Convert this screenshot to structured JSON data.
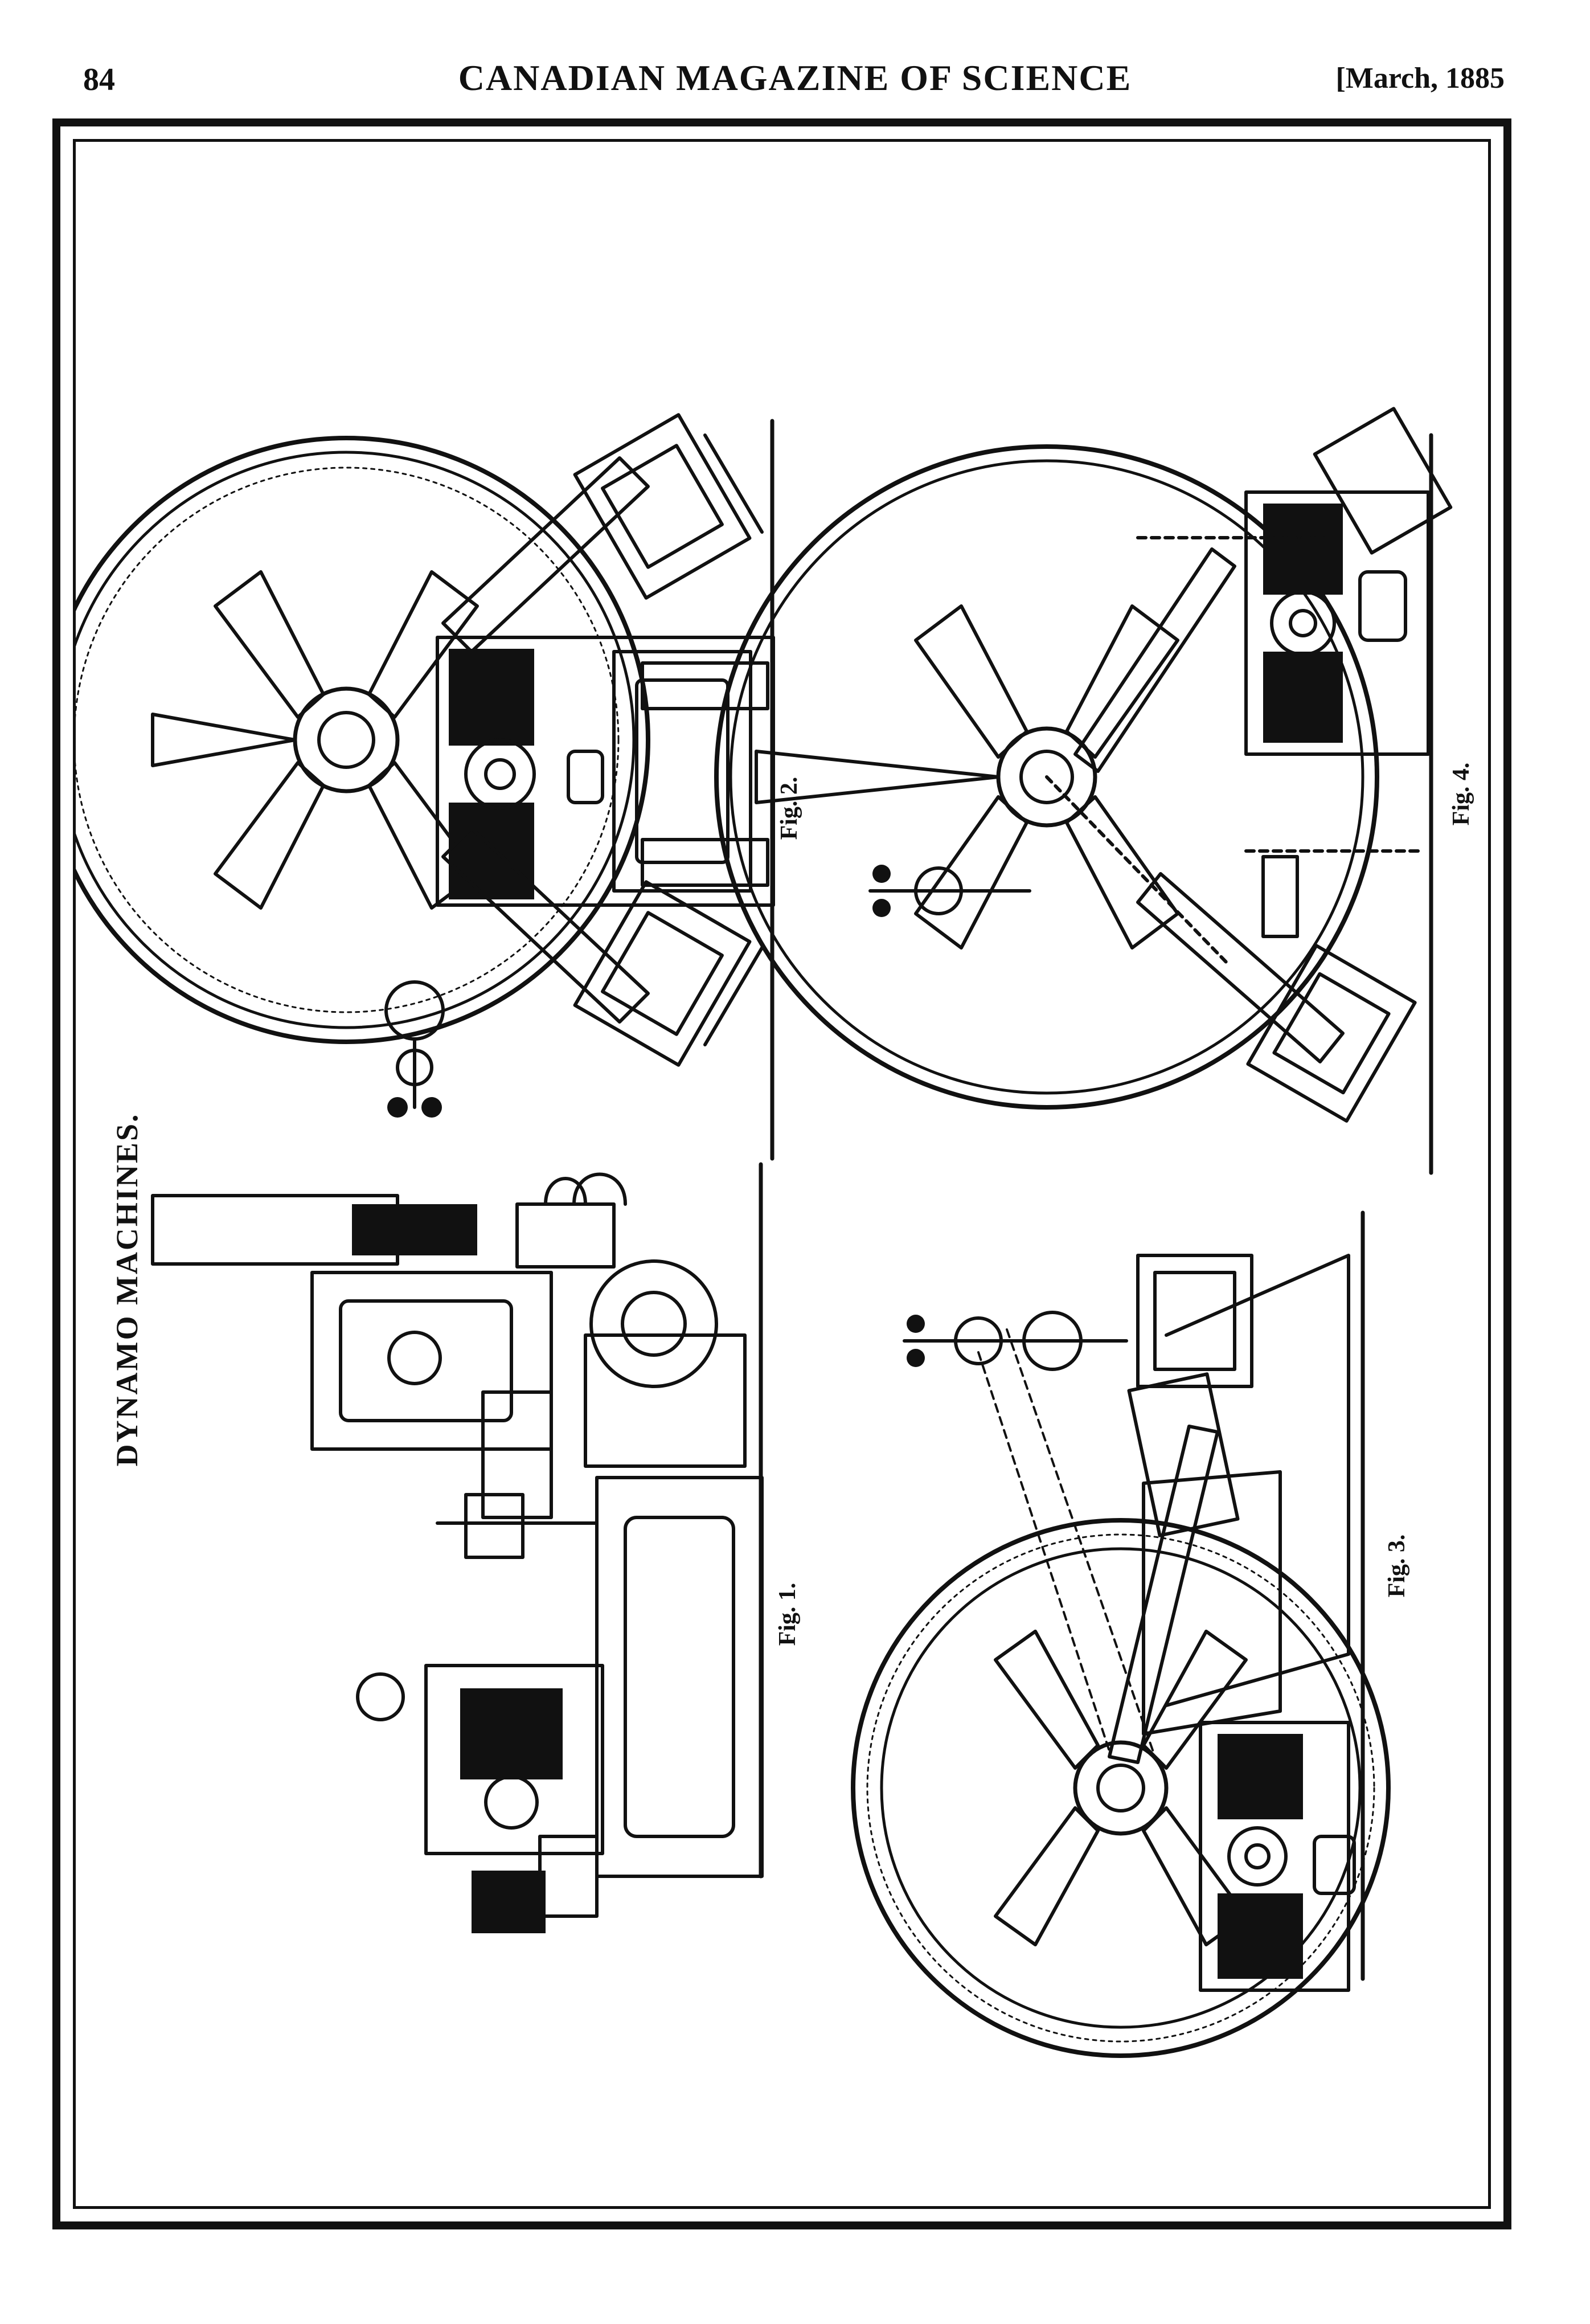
{
  "header": {
    "page_number": "84",
    "journal_title": "CANADIAN MAGAZINE OF SCIENCE",
    "issue_date": "[March, 1885"
  },
  "plate": {
    "title": "DYNAMO MACHINES.",
    "figures": [
      {
        "label": "Fig. 1."
      },
      {
        "label": "Fig. 2."
      },
      {
        "label": "Fig. 3."
      },
      {
        "label": "Fig. 4."
      }
    ]
  },
  "colors": {
    "ink": "#111111",
    "paper": "#ffffff"
  }
}
